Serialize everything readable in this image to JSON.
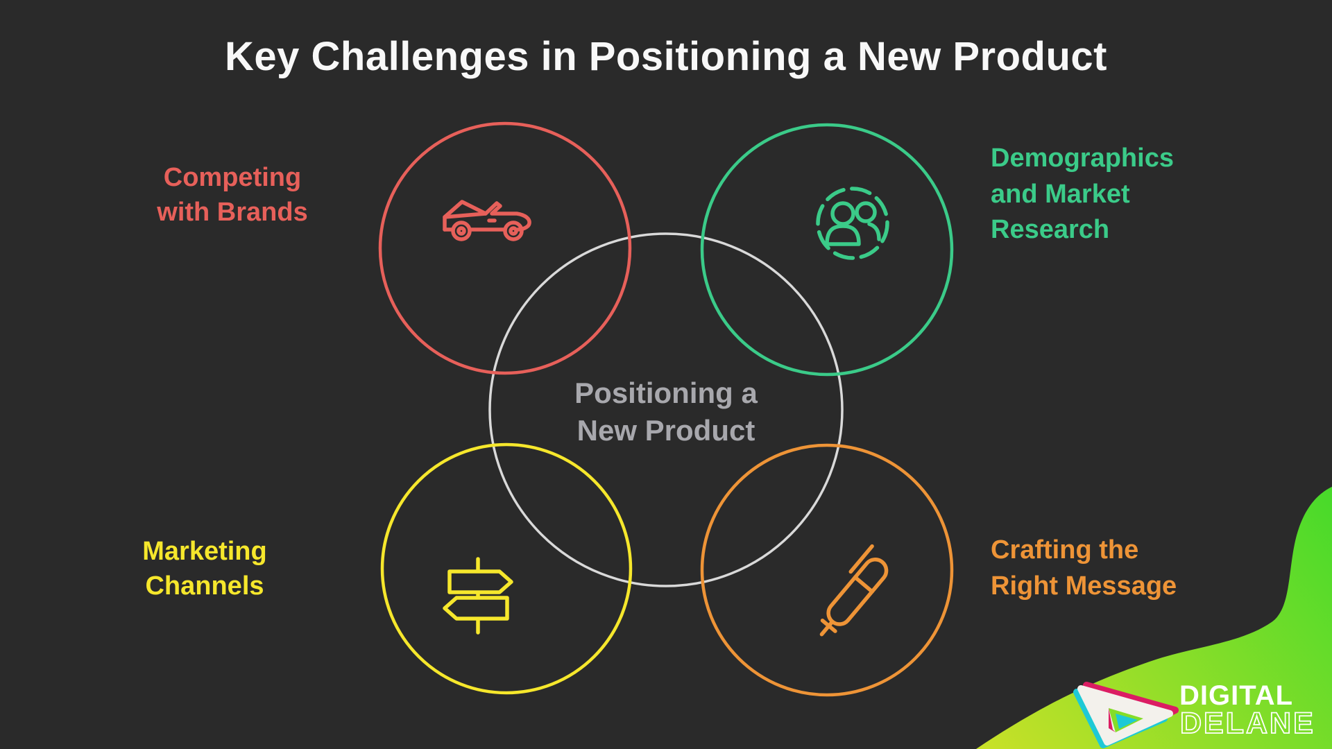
{
  "title": "Key Challenges in Positioning a New Product",
  "center": {
    "label": "Positioning a\nNew Product"
  },
  "challenges": [
    {
      "id": "competing",
      "label": "Competing\nwith Brands",
      "color": "#e7605a",
      "icon": "car-icon"
    },
    {
      "id": "demographics",
      "label": "Demographics\nand Market\nResearch",
      "color": "#3bcb89",
      "icon": "people-icon"
    },
    {
      "id": "marketing",
      "label": "Marketing\nChannels",
      "color": "#f6e72c",
      "icon": "signpost-icon"
    },
    {
      "id": "crafting",
      "label": "Crafting the\nRight Message",
      "color": "#ee9437",
      "icon": "pen-icon"
    }
  ],
  "logo": {
    "brand_line1": "DIGITAL",
    "brand_line2": "DELANE"
  },
  "colors": {
    "background": "#2a2a2a",
    "title_text": "#f8f8f8",
    "center_circle": "#d9d9d9",
    "center_text": "#a8a8ad",
    "competing": "#e7605a",
    "demographics": "#3bcb89",
    "marketing": "#f6e72c",
    "crafting": "#ee9437",
    "swoosh_start": "#c8e128",
    "swoosh_end": "#46da2a",
    "logo_pink": "#db1d63",
    "logo_cyan": "#1ec9d6",
    "logo_white": "#f3f1ec"
  }
}
